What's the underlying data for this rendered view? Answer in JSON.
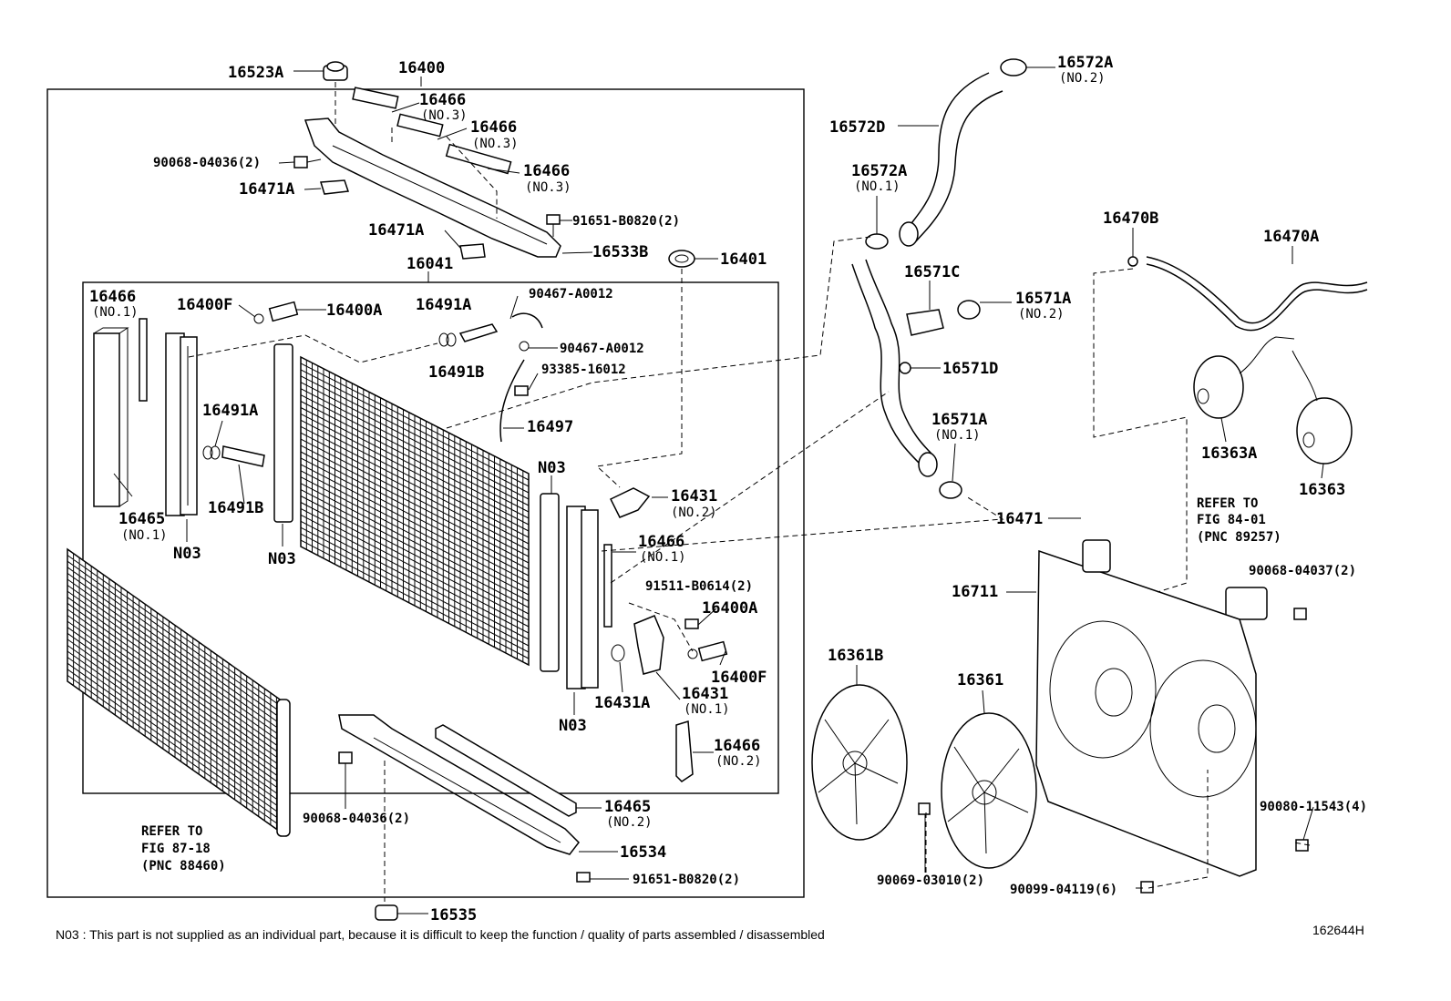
{
  "diagram_id": "162644H",
  "footnote": "N03 : This part is not supplied as an individual part, because it is difficult to keep the function / quality of parts  assembled / disassembled",
  "labels": {
    "p16523A": "16523A",
    "p16400": "16400",
    "p16466_no3_a": "16466",
    "p16466_no3_a_sub": "(NO.3)",
    "p16466_no3_b": "16466",
    "p16466_no3_b_sub": "(NO.3)",
    "p16466_no3_c": "16466",
    "p16466_no3_c_sub": "(NO.3)",
    "p90068_04036_top": "90068-04036(2)",
    "p16471A_a": "16471A",
    "p16471A_b": "16471A",
    "p91651_top": "91651-B0820(2)",
    "p16533B": "16533B",
    "p16401": "16401",
    "p16041": "16041",
    "p16466_no1_left": "16466",
    "p16466_no1_left_sub": "(NO.1)",
    "p16400F_top": "16400F",
    "p16400A_top": "16400A",
    "p16491A_top": "16491A",
    "p90467_a": "90467-A0012",
    "p90467_b": "90467-A0012",
    "p16491B_top": "16491B",
    "p93385": "93385-16012",
    "p16491A_mid": "16491A",
    "p16497": "16497",
    "p16491B_mid": "16491B",
    "p16465_no1": "16465",
    "p16465_no1_sub": "(NO.1)",
    "n03_a": "N03",
    "n03_b": "N03",
    "n03_c": "N03",
    "n03_d": "N03",
    "p16431_no2": "16431",
    "p16431_no2_sub": "(NO.2)",
    "p16466_no1_right": "16466",
    "p16466_no1_right_sub": "(NO.1)",
    "p91511": "91511-B0614(2)",
    "p16400A_bot": "16400A",
    "p16400F_bot": "16400F",
    "p16431A": "16431A",
    "p16431_no1": "16431",
    "p16431_no1_sub": "(NO.1)",
    "p16466_no2": "16466",
    "p16466_no2_sub": "(NO.2)",
    "p16465_no2": "16465",
    "p16465_no2_sub": "(NO.2)",
    "p90068_04036_bot": "90068-04036(2)",
    "p16534": "16534",
    "p91651_bot": "91651-B0820(2)",
    "p16535": "16535",
    "ref_87_line1": "REFER TO",
    "ref_87_line2": "FIG 87-18",
    "ref_87_line3": "(PNC 88460)",
    "p16572A_no2": "16572A",
    "p16572A_no2_sub": "(NO.2)",
    "p16572D": "16572D",
    "p16572A_no1": "16572A",
    "p16572A_no1_sub": "(NO.1)",
    "p16571C": "16571C",
    "p16571A_no2": "16571A",
    "p16571A_no2_sub": "(NO.2)",
    "p16571D": "16571D",
    "p16571A_no1": "16571A",
    "p16571A_no1_sub": "(NO.1)",
    "p16471": "16471",
    "p16470B": "16470B",
    "p16470A": "16470A",
    "p16363A": "16363A",
    "p16363": "16363",
    "ref_84_line1": "REFER TO",
    "ref_84_line2": "FIG 84-01",
    "ref_84_line3": "(PNC 89257)",
    "p90068_04037": "90068-04037(2)",
    "p16711": "16711",
    "p16361B": "16361B",
    "p16361": "16361",
    "p90080": "90080-11543(4)",
    "p90069": "90069-03010(2)",
    "p90099": "90099-04119(6)"
  }
}
